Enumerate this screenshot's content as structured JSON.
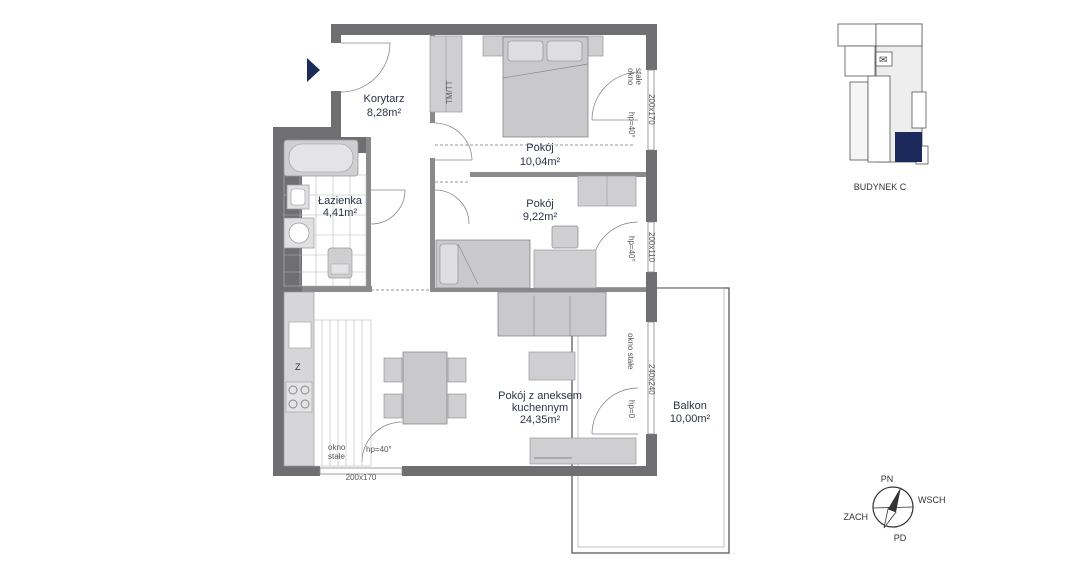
{
  "rooms": {
    "korytarz": {
      "name": "Korytarz",
      "area": "8,28m²"
    },
    "pokoj1": {
      "name": "Pokój",
      "area": "10,04m²"
    },
    "lazienka": {
      "name": "Łazienka",
      "area": "4,41m²"
    },
    "pokoj2": {
      "name": "Pokój",
      "area": "9,22m²"
    },
    "salon": {
      "name_line1": "Pokój z aneksem",
      "name_line2": "kuchennym",
      "area": "24,35m²"
    },
    "balkon": {
      "name": "Balkon",
      "area": "10,00m²"
    }
  },
  "windows": {
    "w1": {
      "dims": "200x170",
      "note_line1": "okno",
      "note_line2": "stałe",
      "hp": "hp=40°"
    },
    "w2": {
      "dims": "200x110",
      "hp": "hp=40°"
    },
    "w3": {
      "dims": "240x240",
      "note": "okno stałe",
      "hp": "hp=0"
    },
    "w4": {
      "dims": "200x170",
      "note_line1": "okno",
      "note_line2": "stałe",
      "hp": "hp=40°"
    }
  },
  "wardrobe_label": "TM/TT",
  "fridge_label": "Z",
  "building": {
    "label": "BUDYNEK C",
    "highlight_color": "#1b2a5a"
  },
  "compass": {
    "n": "PN",
    "e": "WSCH",
    "s": "PD",
    "w": "ZACH"
  },
  "colors": {
    "wall": "#6f6f72",
    "furniture": "#cfcfd1",
    "accent": "#1b2a5a"
  }
}
